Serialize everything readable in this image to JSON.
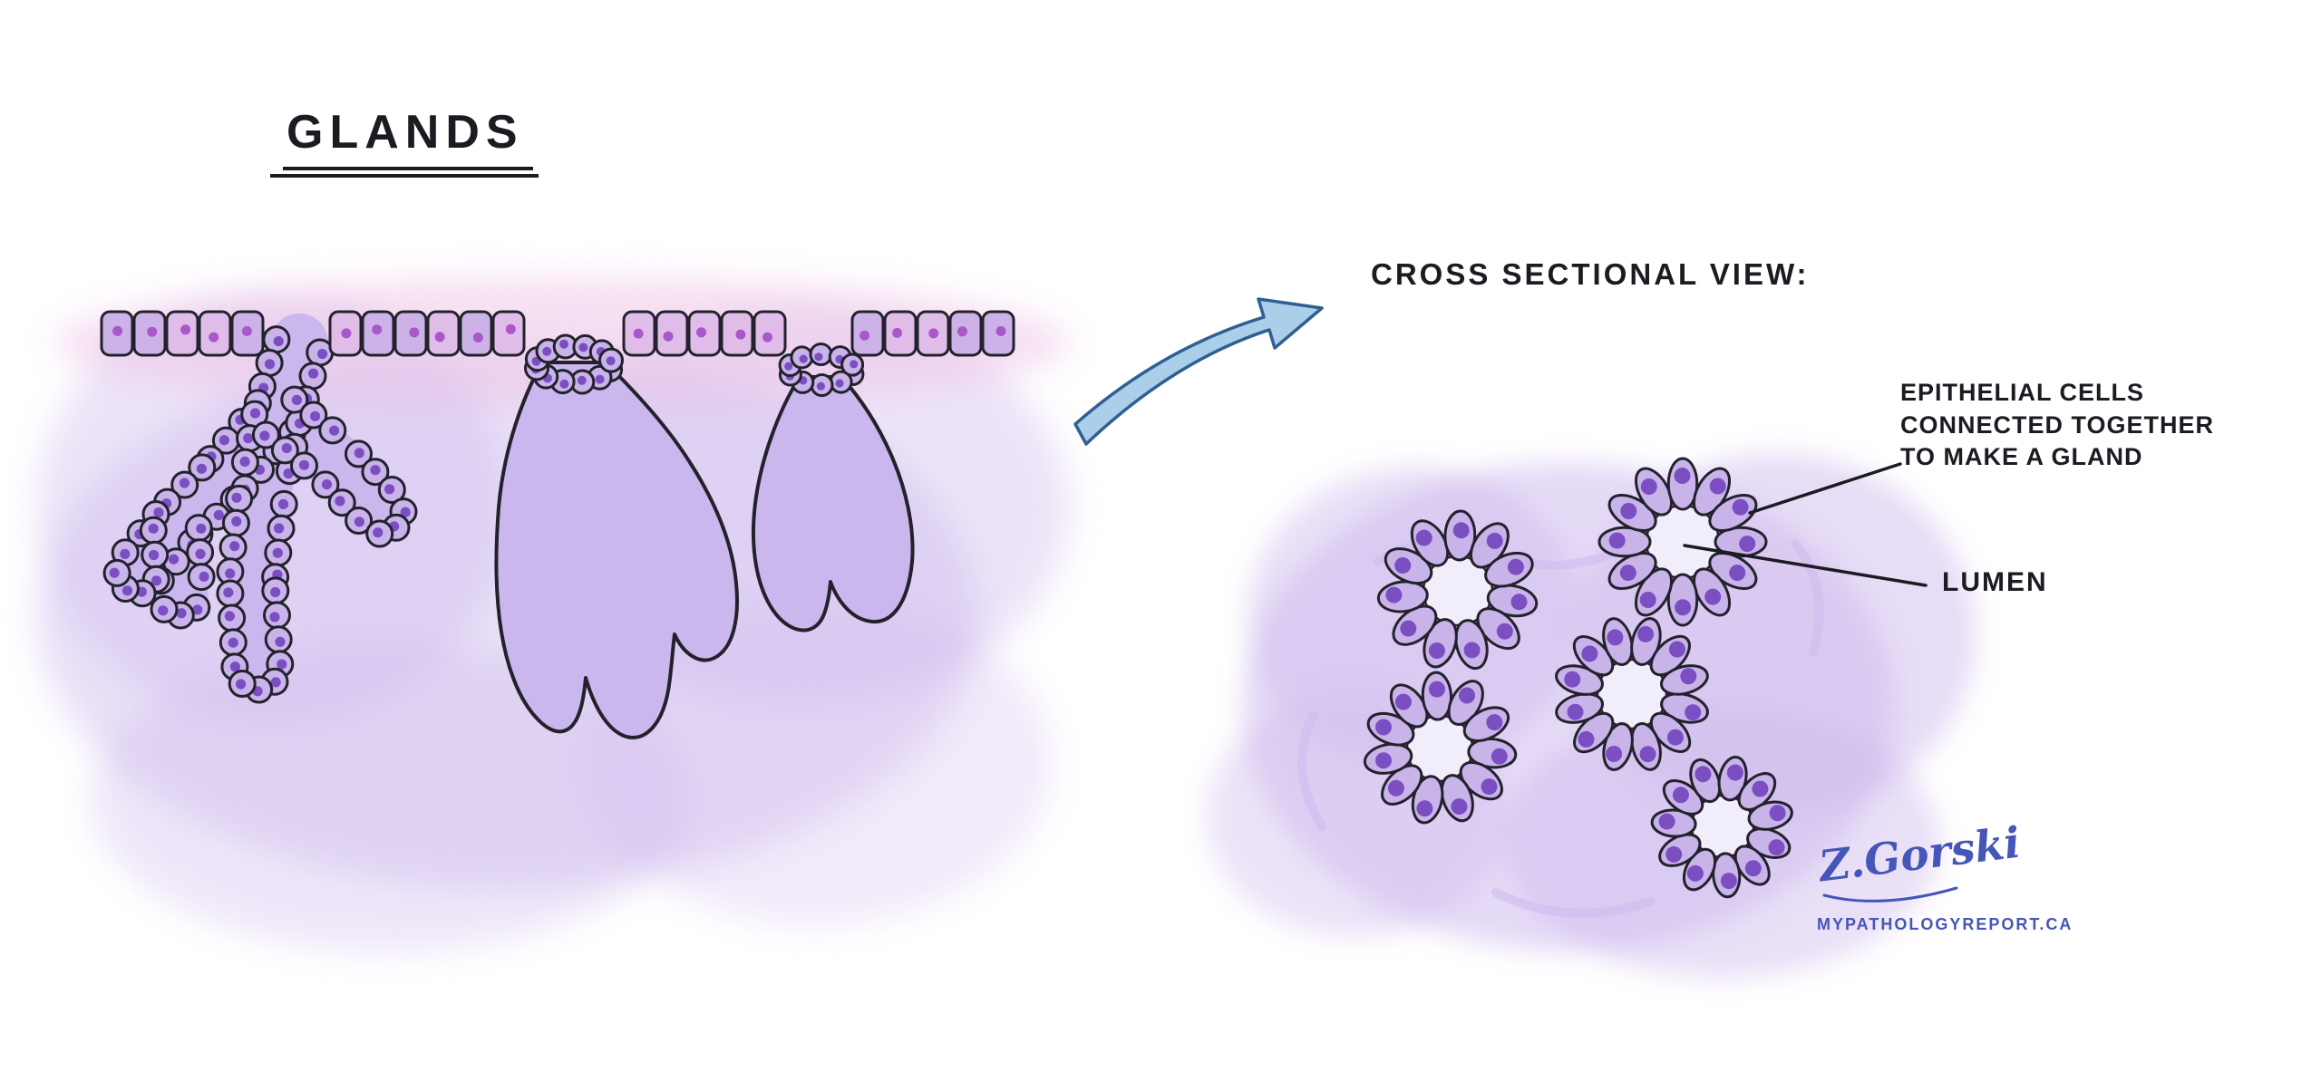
{
  "title": "GLANDS",
  "labels": {
    "cross_section": "CROSS SECTIONAL VIEW:",
    "epithelial_note": "EPITHELIAL CELLS\nCONNECTED TOGETHER\nTO MAKE A GLAND",
    "lumen": "LUMEN"
  },
  "credits": {
    "signature": "Z.Gorski",
    "website": "MYPATHOLOGYREPORT.CA"
  },
  "colors": {
    "background": "#ffffff",
    "outline": "#23222c",
    "cell_fill": "#c9b4ea",
    "surface_cell_fill_a": "#dfbde8",
    "surface_cell_fill_b": "#cdb2e8",
    "nucleus": "#7b4ec2",
    "surface_nucleus": "#a957c9",
    "gland_fill": "#c9b7ee",
    "lumen_fill": "#f2edfa",
    "tissue_wash": "#cfbbee",
    "pink_wash": "#eec4e8",
    "arrow_fill": "#abcfe9",
    "arrow_outline": "#2f5f93",
    "signature_blue": "#4656b8"
  }
}
